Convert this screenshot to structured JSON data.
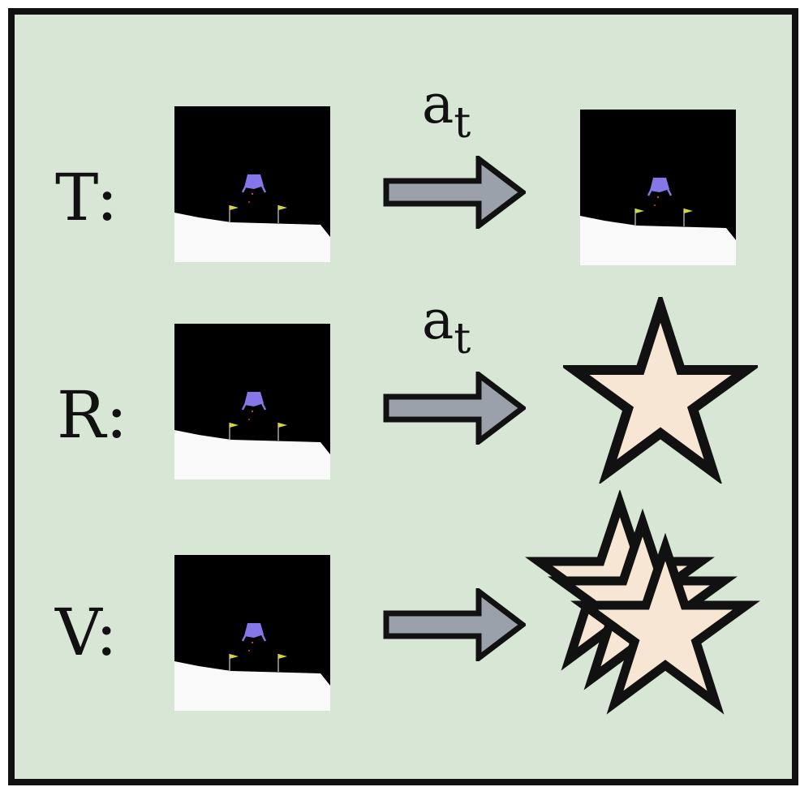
{
  "rows": [
    {
      "label": "T:",
      "action": {
        "base": "a",
        "sub": "t"
      },
      "outcome": "next-frame"
    },
    {
      "label": "R:",
      "action": {
        "base": "a",
        "sub": "t"
      },
      "outcome": "star"
    },
    {
      "label": "V:",
      "action": null,
      "outcome": "stacked-stars"
    }
  ],
  "colors": {
    "panel_background": "#d8e6d5",
    "border": "#111111",
    "arrow_fill": "#9aa1ab",
    "star_fill": "#f7e6d3",
    "sky": "#000000",
    "ground": "#f9f9f9",
    "lander": "#8478e8",
    "flag": "#d6d63a"
  }
}
